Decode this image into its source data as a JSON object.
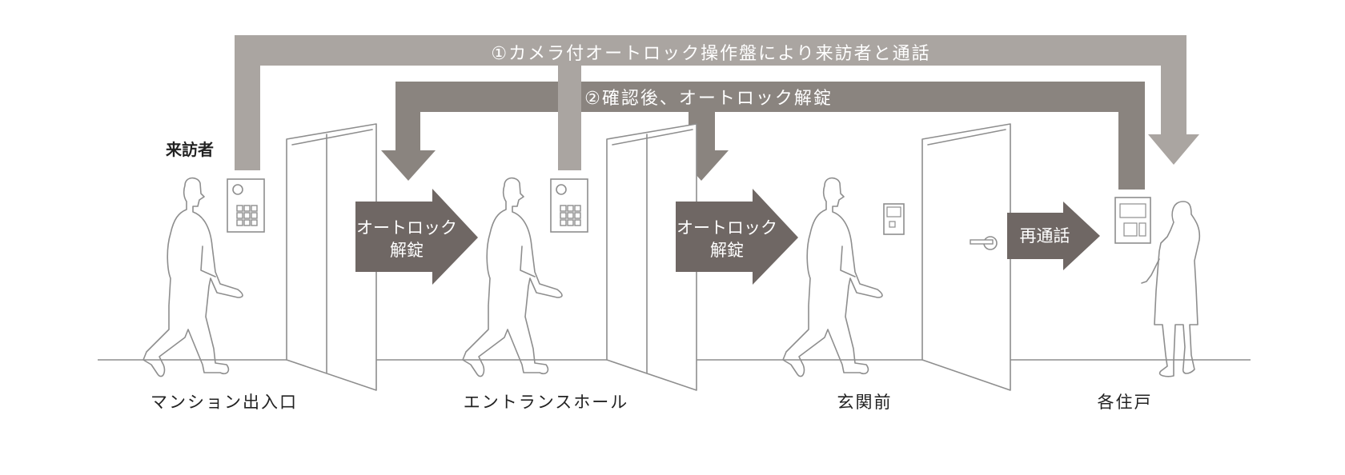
{
  "colors": {
    "flow1": "#aaa5a1",
    "flow2": "#8a847f",
    "unlock_arrow": "#6f6764",
    "line_art": "#8e8e8e",
    "label_text": "#222222",
    "arrow_text": "#ffffff"
  },
  "flow": {
    "call_label": "①カメラ付オートロック操作盤により来訪者と通話",
    "unlock_label": "②確認後、オートロック解錠"
  },
  "visitor_label": "来訪者",
  "unlock_arrows": [
    {
      "line1": "オートロック",
      "line2": "解錠"
    },
    {
      "line1": "オートロック",
      "line2": "解錠"
    }
  ],
  "recall_label": "再通話",
  "stations": [
    "マンション出入口",
    "エントランスホール",
    "玄関前",
    "各住戸"
  ],
  "icons": {
    "visitor": "man-silhouette-icon",
    "resident": "woman-silhouette-icon",
    "panel": "intercom-keypad-icon",
    "door_handle": "lever-handle-icon"
  }
}
